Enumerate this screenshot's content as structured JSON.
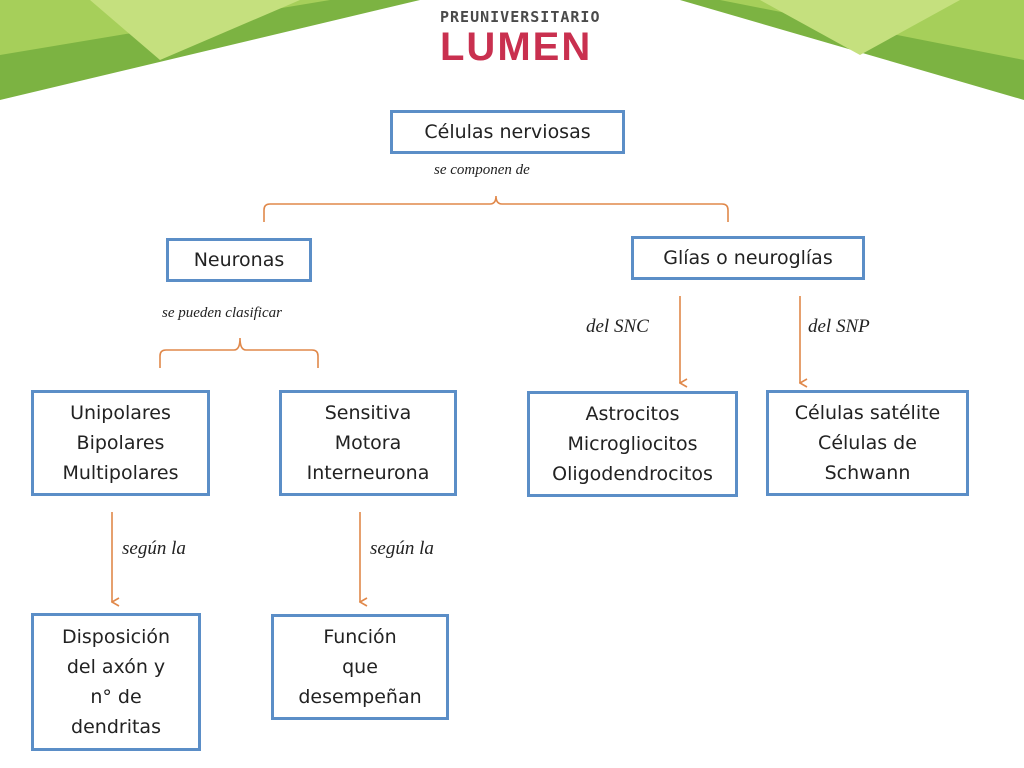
{
  "logo": {
    "top": "PREUNIVERSITARIO",
    "main": "LUMEN"
  },
  "colors": {
    "box_border": "#5b8ec7",
    "connector": "#e0884a",
    "green_dark": "#7cb342",
    "green_light": "#b5d86a",
    "logo_red": "#c9304f"
  },
  "nodes": {
    "root": {
      "lines": [
        "Células nerviosas"
      ]
    },
    "neuronas": {
      "lines": [
        "Neuronas"
      ]
    },
    "glias": {
      "lines": [
        "Glías o neuroglías"
      ]
    },
    "tipos_estructura": {
      "lines": [
        "Unipolares",
        "Bipolares",
        "Multipolares"
      ]
    },
    "tipos_funcion": {
      "lines": [
        "Sensitiva",
        "Motora",
        "Interneurona"
      ]
    },
    "glia_snc": {
      "lines": [
        "Astrocitos",
        "Microgliocitos",
        "Oligodendrocitos"
      ]
    },
    "glia_snp": {
      "lines": [
        "Células satélite",
        "Células de",
        "Schwann"
      ]
    },
    "criterio_estructura": {
      "lines": [
        "Disposición",
        "del axón y",
        "n° de",
        "dendritas"
      ]
    },
    "criterio_funcion": {
      "lines": [
        "Función",
        "que",
        "desempeñan"
      ]
    }
  },
  "labels": {
    "se_componen": "se componen de",
    "se_pueden": "se pueden clasificar",
    "del_snc": "del SNC",
    "del_snp": "del SNP",
    "segun_1": "según la",
    "segun_2": "según la"
  }
}
